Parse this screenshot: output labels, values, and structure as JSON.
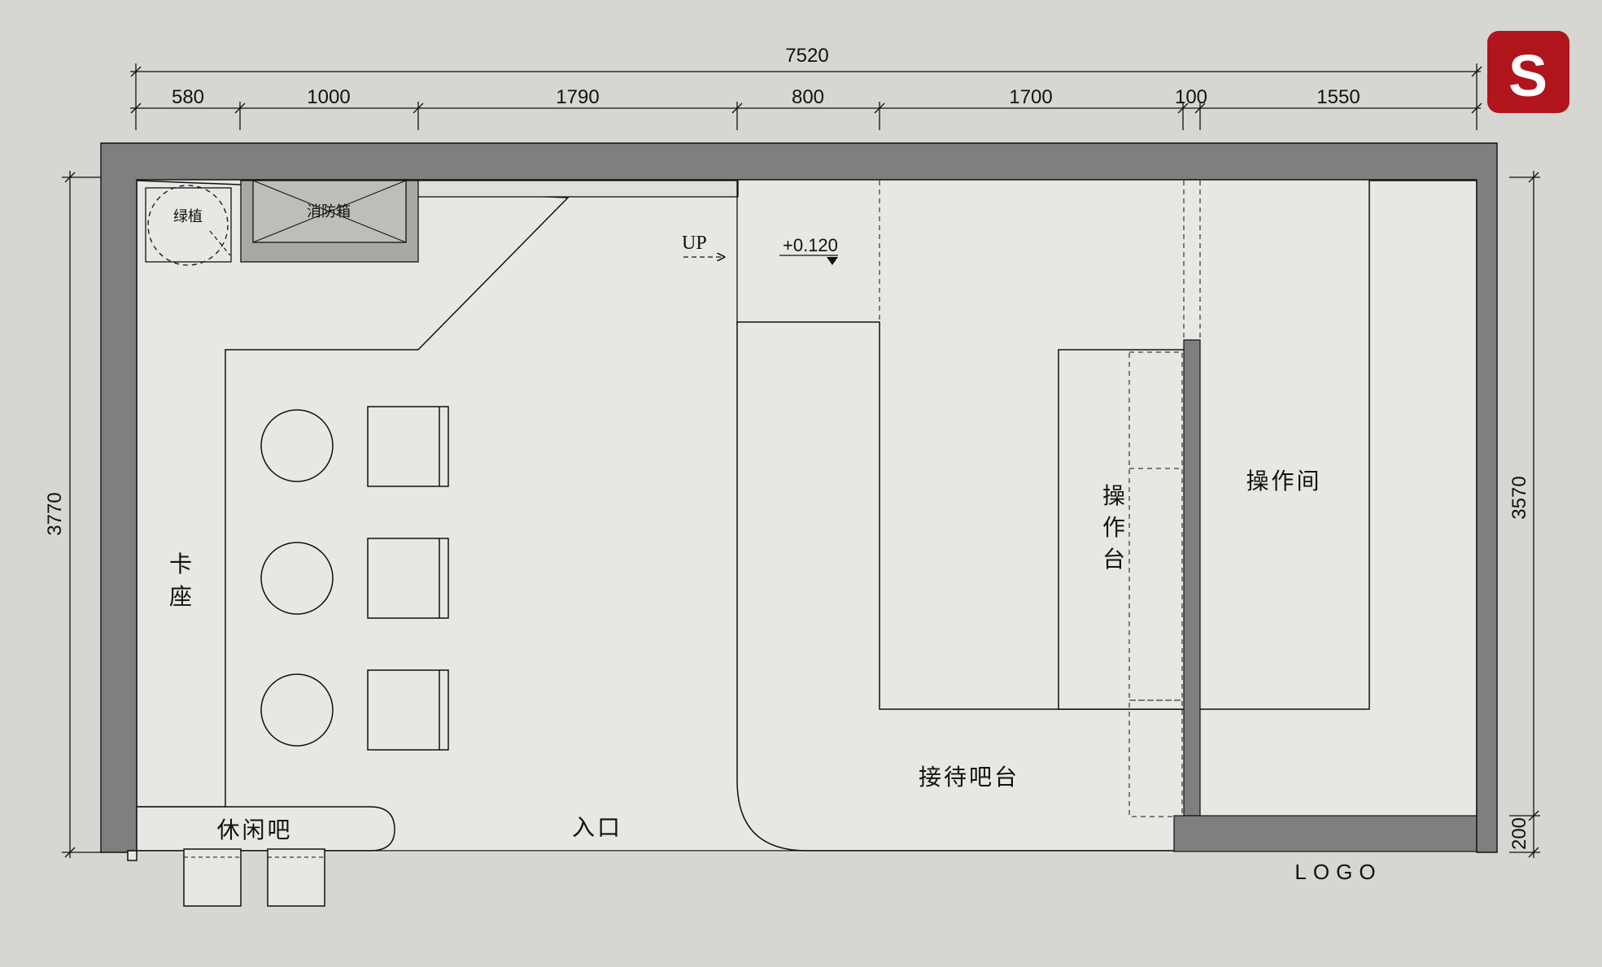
{
  "logo_badge": {
    "letter": "S",
    "color": "#b0151b"
  },
  "colors": {
    "background": "#d6d6d3",
    "floor": "#e8e7e3",
    "wall": "#7f7f7f",
    "fire_box": "#a8a8a5",
    "line": "#111111"
  },
  "dimensions": {
    "total_width": "7520",
    "segments": [
      "580",
      "1000",
      "1790",
      "800",
      "1700",
      "100",
      "1550"
    ],
    "left_height": "3770",
    "right_height": "3570",
    "right_bottom": "200"
  },
  "labels": {
    "plant": "绿植",
    "fire_box": "消防箱",
    "up": "UP",
    "elevation": "+0.120",
    "booth_seat": [
      "卡",
      "座"
    ],
    "leisure_bar": "休闲吧",
    "entrance": "入口",
    "reception_bar": "接待吧台",
    "work_counter": [
      "操",
      "作",
      "台"
    ],
    "operation_room": "操作间",
    "logo": "LOGO"
  }
}
